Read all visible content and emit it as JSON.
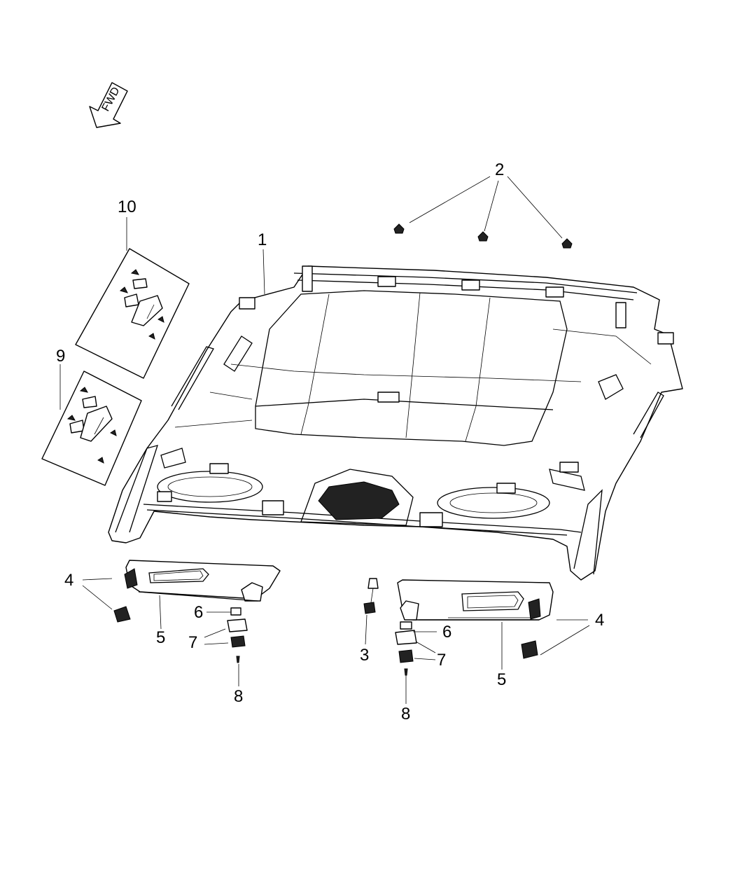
{
  "diagram": {
    "direction_arrow": {
      "label": "FWD",
      "icon": "forward-arrow-icon"
    },
    "callouts": [
      {
        "id": "1",
        "text": "1"
      },
      {
        "id": "2",
        "text": "2"
      },
      {
        "id": "3",
        "text": "3"
      },
      {
        "id": "4a",
        "text": "4"
      },
      {
        "id": "4b",
        "text": "4"
      },
      {
        "id": "5a",
        "text": "5"
      },
      {
        "id": "5b",
        "text": "5"
      },
      {
        "id": "6a",
        "text": "6"
      },
      {
        "id": "6b",
        "text": "6"
      },
      {
        "id": "7a",
        "text": "7"
      },
      {
        "id": "7b",
        "text": "7"
      },
      {
        "id": "8a",
        "text": "8"
      },
      {
        "id": "8b",
        "text": "8"
      },
      {
        "id": "9",
        "text": "9"
      },
      {
        "id": "10",
        "text": "10"
      }
    ]
  }
}
